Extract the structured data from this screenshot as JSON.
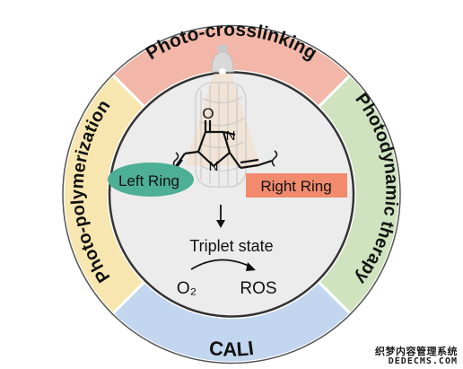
{
  "figure": {
    "segments": {
      "top": "Photo-crosslinking",
      "right": "Photodynamic therapy",
      "bottom": "CALI",
      "left": "Photo-polymerization"
    },
    "colors": {
      "top": "#f2b7a8",
      "right": "#cfe3bf",
      "bottom": "#c3d6ef",
      "left": "#f8e6b0",
      "inner": "#ececec",
      "left_ring": "#4daf95",
      "right_ring": "#f28a6e"
    },
    "center": {
      "left_ring": "Left Ring",
      "right_ring": "Right Ring",
      "triplet": "Triplet state",
      "o2": "O₂",
      "ros": "ROS",
      "methyl": "N",
      "ring_n": "N",
      "carbonyl": "O"
    }
  },
  "watermark": {
    "line1": "织梦内容管理系统",
    "line2": "DEDECMS.COM"
  }
}
